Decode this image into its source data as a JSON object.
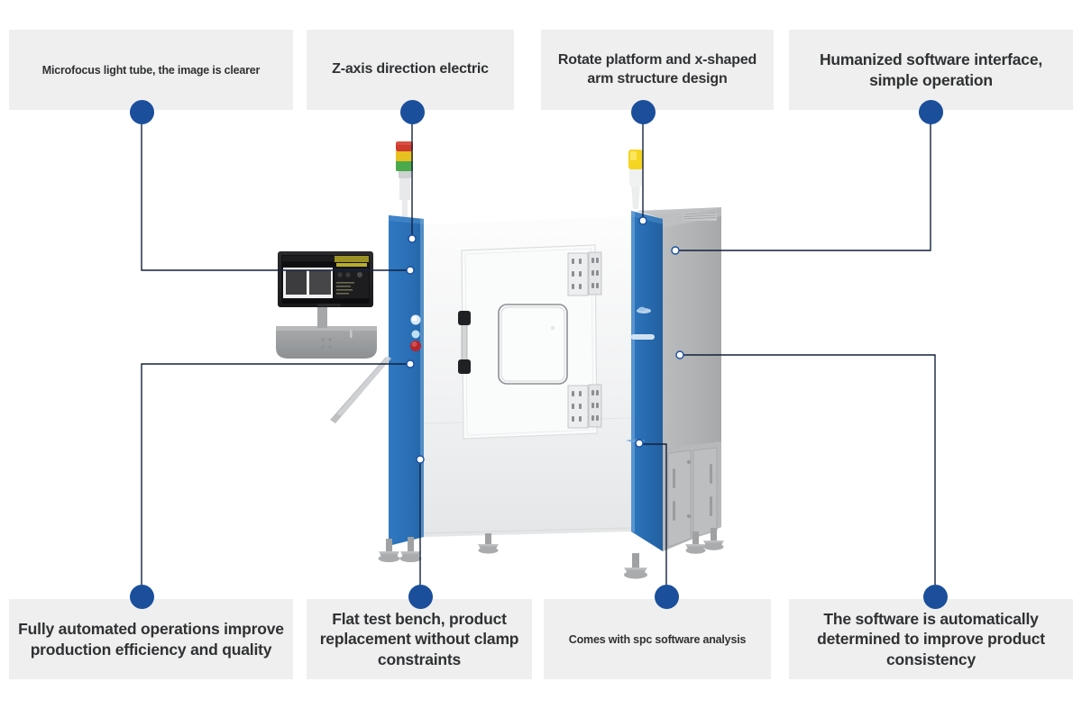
{
  "diagram": {
    "title": "X-Ray Inspection Machine Feature Callout Diagram",
    "accent_color": "#1b4f9c",
    "box_background": "#efefef",
    "text_color": "#2f3133",
    "machine_blue": "#2b73bd",
    "machine_white": "#f2f3f4",
    "machine_gray": "#b3b5b7"
  },
  "callouts": [
    {
      "id": "microfocus",
      "label": "Microfocus light tube, the image is clearer",
      "position": "top-left"
    },
    {
      "id": "z-axis",
      "label": "Z-axis direction electric",
      "position": "top-center-left"
    },
    {
      "id": "rotate-platform",
      "label": "Rotate platform and x-shaped arm structure design",
      "position": "top-center-right"
    },
    {
      "id": "humanized-software",
      "label": "Humanized software interface, simple operation",
      "position": "top-right"
    },
    {
      "id": "fully-automated",
      "label": "Fully automated operations improve production efficiency and quality",
      "position": "bottom-left"
    },
    {
      "id": "flat-test-bench",
      "label": "Flat test bench, product replacement without clamp constraints",
      "position": "bottom-center-left"
    },
    {
      "id": "spc-software",
      "label": "Comes with spc software analysis",
      "position": "bottom-center-right"
    },
    {
      "id": "auto-determined",
      "label": "The software is automatically determined to improve product consistency",
      "position": "bottom-right"
    }
  ],
  "machine": {
    "name": "x-ray-inspection-machine",
    "signal_tower": {
      "name": "tri-color-signal-tower",
      "lamps": [
        "red",
        "amber",
        "green"
      ]
    },
    "beacon": {
      "name": "yellow-beacon-light",
      "color": "yellow"
    },
    "control_monitor": {
      "name": "operator-monitor",
      "screen": "x-ray inspection software with dual image viewports"
    },
    "panel_buttons": [
      "white",
      "light-blue",
      "red"
    ],
    "door": {
      "name": "shielded-access-door",
      "handle": "vertical-bar-handle",
      "window": "lead-glass-viewing-window",
      "hinges": 2
    },
    "side_cabinet": {
      "name": "service-cabinet",
      "doors": 2
    },
    "leveling_feet": 6
  }
}
